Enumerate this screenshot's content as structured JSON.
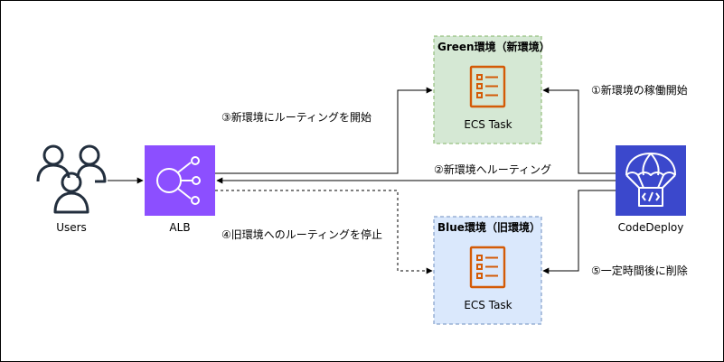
{
  "nodes": {
    "users": {
      "label": "Users",
      "icon": "users-icon"
    },
    "alb": {
      "label": "ALB",
      "icon": "load-balancer-icon",
      "color": "#8C4FFF"
    },
    "codedeploy": {
      "label": "CodeDeploy",
      "icon": "codedeploy-icon",
      "color": "#3B48CC"
    },
    "green": {
      "title": "Green環境（新環境）",
      "task_label": "ECS Task",
      "icon": "ecs-task-icon",
      "fill": "#D5E8D4",
      "border": "#82B366"
    },
    "blue": {
      "title": "Blue環境（旧環境）",
      "task_label": "ECS Task",
      "icon": "ecs-task-icon",
      "fill": "#DAE8FC",
      "border": "#6C8EBF"
    }
  },
  "annotations": {
    "step1": "①新環境の稼働開始",
    "step2": "②新環境へルーティング",
    "step3": "③新環境にルーティングを開始",
    "step4": "④旧環境へのルーティングを停止",
    "step5": "⑤一定時間後に削除"
  },
  "colors": {
    "task_icon": "#D45B07"
  }
}
